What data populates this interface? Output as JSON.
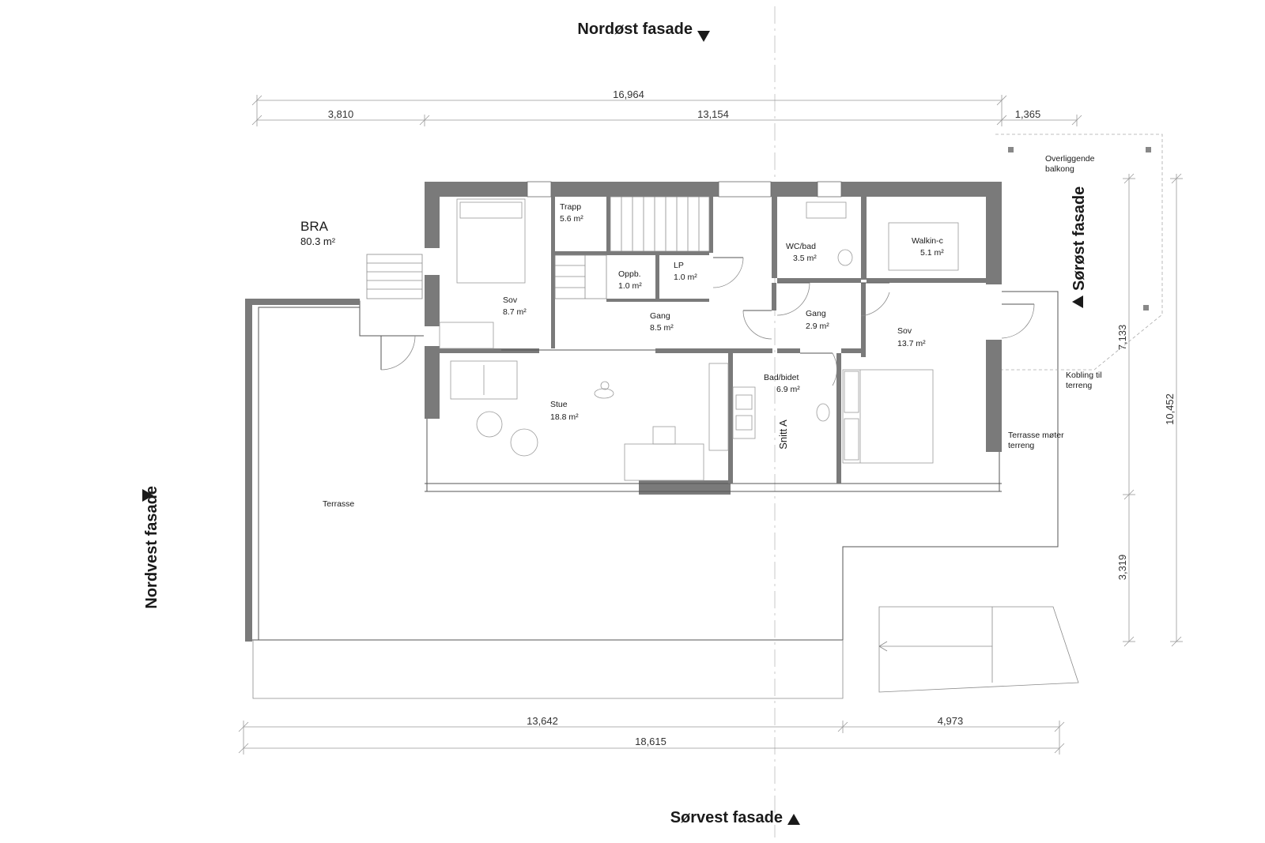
{
  "facades": {
    "north_east": "Nordøst fasade",
    "south_west": "Sørvest fasade",
    "north_west": "Nordvest fasade",
    "south_east": "Sørøst fasade"
  },
  "bra": {
    "title": "BRA",
    "value": "80.3 m²"
  },
  "dimensions": {
    "top_total": "16,964",
    "top_left": "3,810",
    "top_middle": "13,154",
    "top_right": "1,365",
    "bottom_left": "13,642",
    "bottom_right": "4,973",
    "bottom_total": "18,615",
    "right_upper": "7,133",
    "right_lower": "3,319",
    "right_total": "10,452"
  },
  "rooms": [
    {
      "name": "Trapp",
      "area": "5.6 m²"
    },
    {
      "name": "Sov",
      "area": "8.7 m²"
    },
    {
      "name": "Oppb.",
      "area": "1.0 m²"
    },
    {
      "name": "LP",
      "area": "1.0 m²"
    },
    {
      "name": "Gang",
      "area": "8.5 m²"
    },
    {
      "name": "WC/bad",
      "area": "3.5 m²"
    },
    {
      "name": "Walkin-c",
      "area": "5.1 m²"
    },
    {
      "name": "Gang",
      "area": "2.9 m²"
    },
    {
      "name": "Sov",
      "area": "13.7 m²"
    },
    {
      "name": "Stue",
      "area": "18.8 m²"
    },
    {
      "name": "Bad/bidet",
      "area": "6.9 m²"
    }
  ],
  "labels": {
    "balcony_1": "Overliggende",
    "balcony_2": "balkong",
    "connection_1": "Kobling til",
    "connection_2": "terreng",
    "terrace_meets_1": "Terrasse møter",
    "terrace_meets_2": "terreng",
    "terrace": "Terrasse",
    "section": "Snitt A"
  }
}
